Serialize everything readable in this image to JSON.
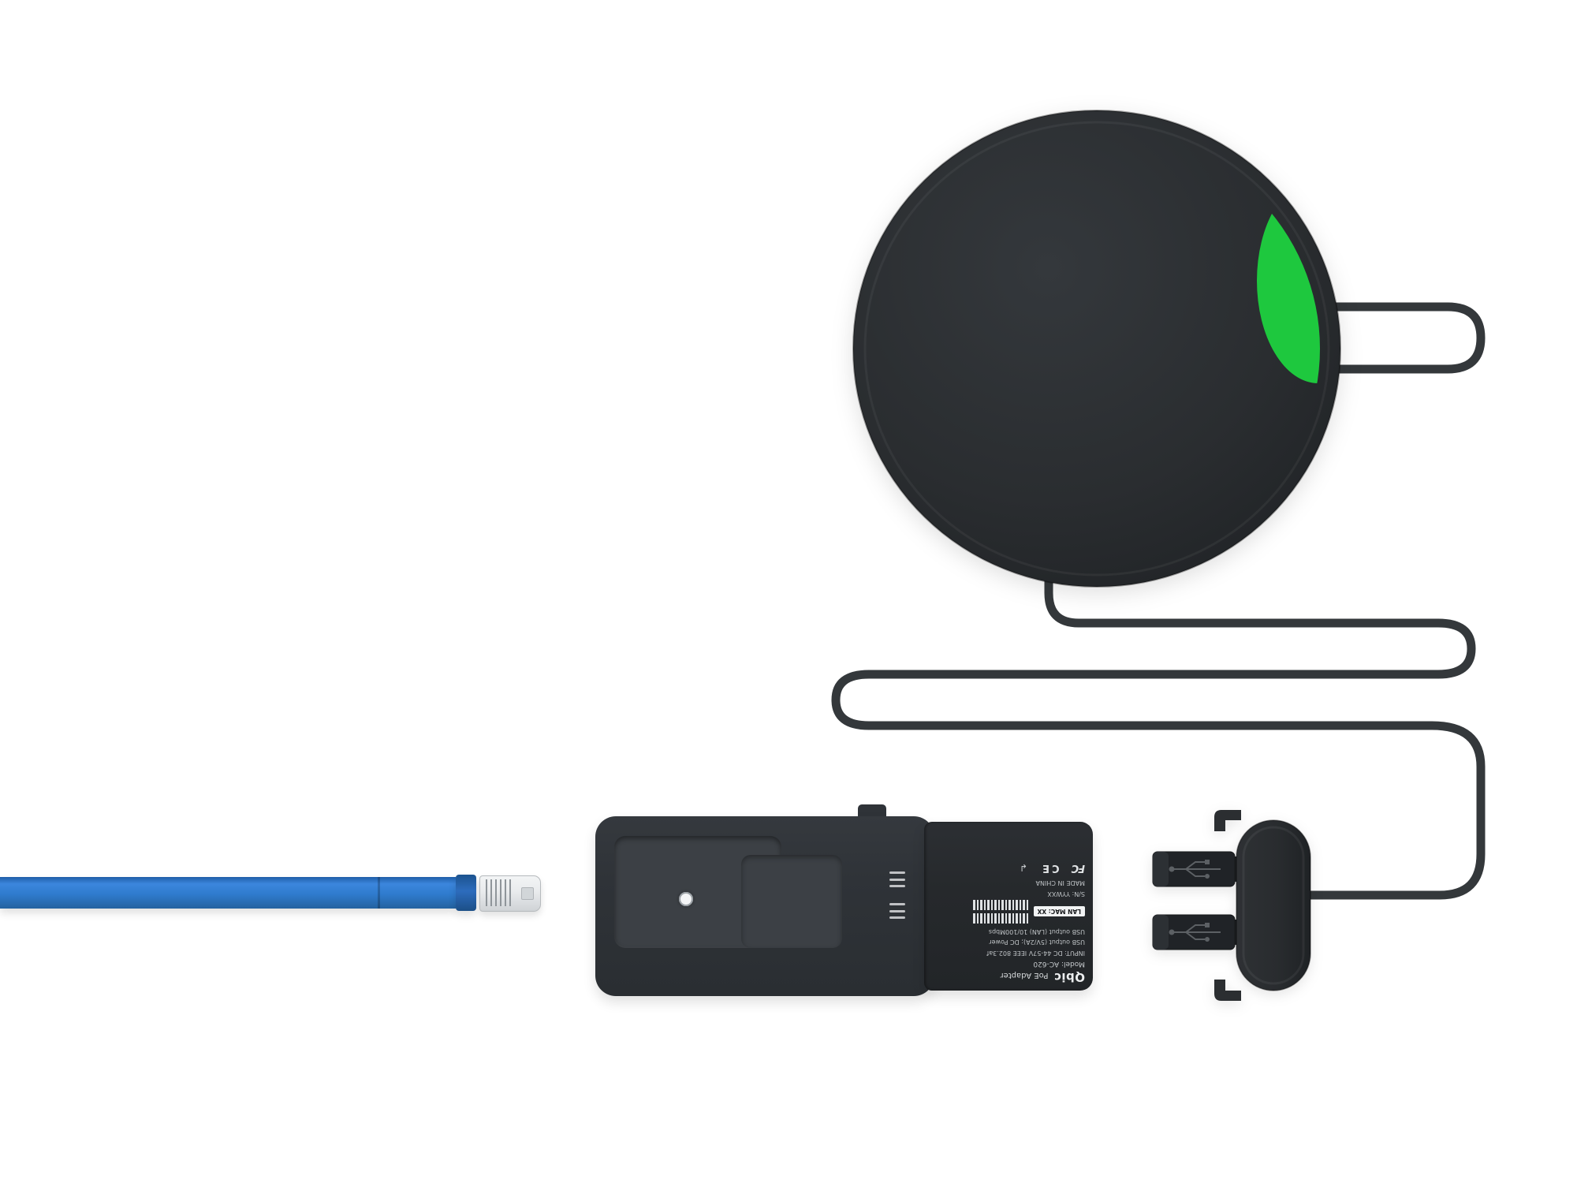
{
  "colors": {
    "background": "#ffffff",
    "puck_body": "#26292c",
    "puck_highlight": "#34383c",
    "green_accent": "#1ec83e",
    "cable": "#34383b",
    "adapter_body": "#2f3338",
    "adapter_recess": "#3c4045",
    "label_bg": "#26292c",
    "label_text": "#c7cbce",
    "connector_plate": "#292c2f",
    "usb_plug": "#202327",
    "ethernet_blue": "#2f7bcd",
    "rj45_shell": "#e9ebed"
  },
  "adapter_label": {
    "brand": "Qbic",
    "product": "PoE Adapter",
    "model": "Model: AC-620",
    "input_spec": "INPUT: DC 44-57V IEEE 802.3af",
    "output_spec_1": "USB output (5V/2A); DC Power",
    "output_spec_2": "USB output (LAN) 10/100Mbps",
    "lan_mac": "LAN MAC: XX",
    "serial_number": "S/N: YYWXX",
    "origin": "MADE IN CHINA",
    "fcc_mark": "FC",
    "ce_mark": "CE",
    "symbol_mark": "↲"
  }
}
